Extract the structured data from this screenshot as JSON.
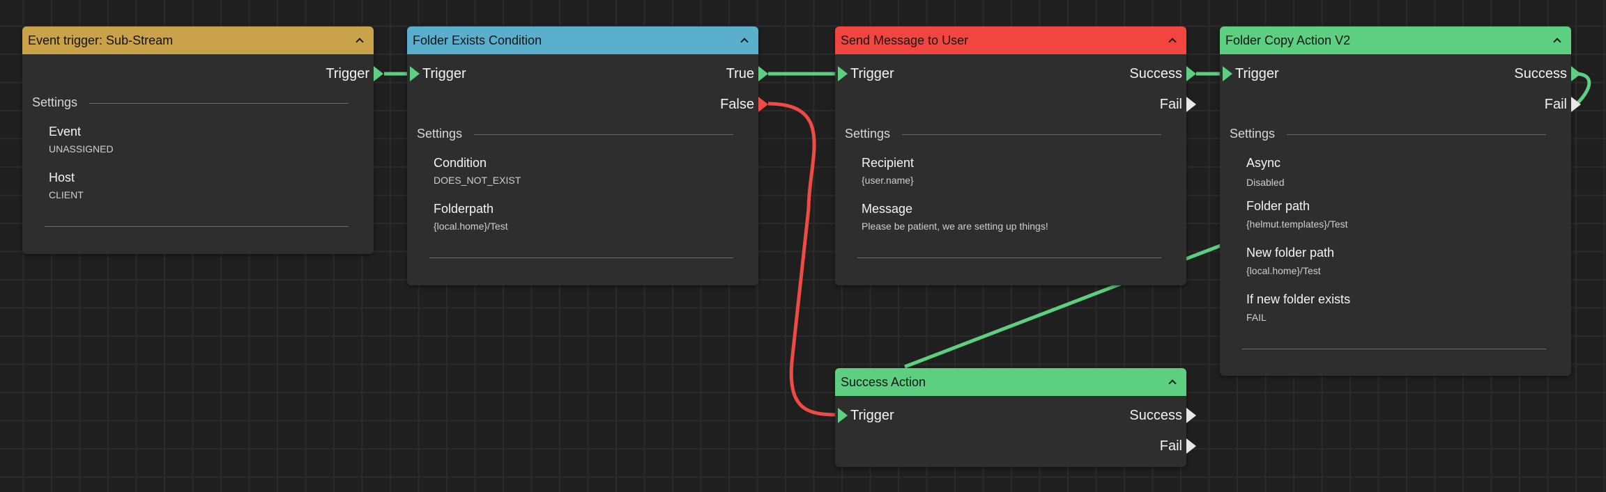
{
  "colors": {
    "canvas": "#1f1f1f",
    "node_body": "#2e2e2e",
    "event_header": "#c9a24a",
    "condition_header": "#5aafcc",
    "message_header": "#f0463f",
    "action_header": "#5ccf80",
    "wire_green": "#5ecf80",
    "wire_red": "#ef4a44"
  },
  "nodes": {
    "event_trigger": {
      "title": "Event trigger: Sub-Stream",
      "out_trigger": "Trigger",
      "settings_label": "Settings",
      "event_label": "Event",
      "event_value": "UNASSIGNED",
      "host_label": "Host",
      "host_value": "CLIENT"
    },
    "folder_exists": {
      "title": "Folder Exists Condition",
      "in_trigger": "Trigger",
      "out_true": "True",
      "out_false": "False",
      "settings_label": "Settings",
      "condition_label": "Condition",
      "condition_value": "DOES_NOT_EXIST",
      "folderpath_label": "Folderpath",
      "folderpath_value": "{local.home}/Test"
    },
    "send_message": {
      "title": "Send Message to User",
      "in_trigger": "Trigger",
      "out_success": "Success",
      "out_fail": "Fail",
      "settings_label": "Settings",
      "recipient_label": "Recipient",
      "recipient_value": "{user.name}",
      "message_label": "Message",
      "message_value": "Please be patient, we are setting up things!"
    },
    "folder_copy": {
      "title": "Folder Copy Action V2",
      "in_trigger": "Trigger",
      "out_success": "Success",
      "out_fail": "Fail",
      "settings_label": "Settings",
      "async_label": "Async",
      "async_value": "Disabled",
      "folder_path_label": "Folder path",
      "folder_path_value": "{helmut.templates}/Test",
      "new_folder_path_label": "New folder path",
      "new_folder_path_value": "{local.home}/Test",
      "if_exists_label": "If new folder exists",
      "if_exists_value": "FAIL"
    },
    "success_action": {
      "title": "Success Action",
      "in_trigger": "Trigger",
      "out_success": "Success",
      "out_fail": "Fail"
    }
  }
}
